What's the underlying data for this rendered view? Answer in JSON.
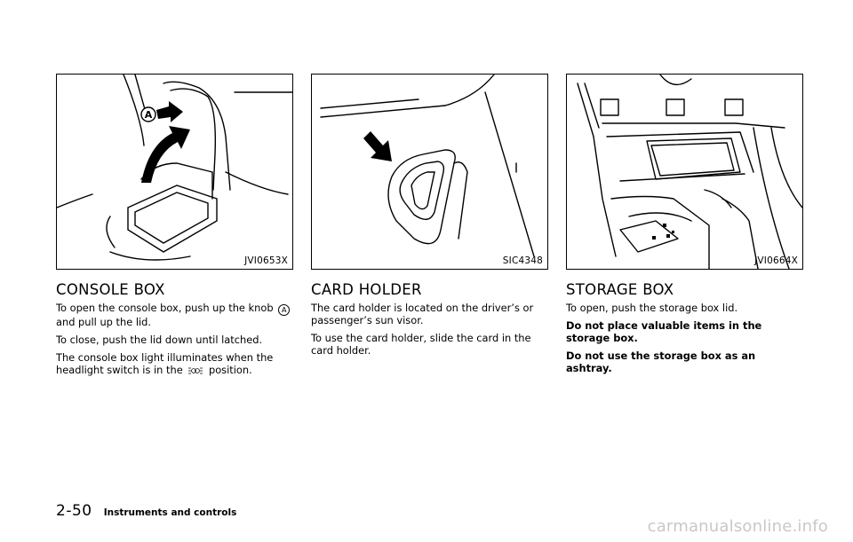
{
  "sections": [
    {
      "figure_code": "JVI0653X",
      "callout_label": "A",
      "title": "CONSOLE BOX",
      "para1_a": "To open the console box, push up the knob",
      "para1_b": "and pull up the lid.",
      "para2": "To close, push the lid down until latched.",
      "para3_a": "The console box light illuminates when the headlight switch is in the",
      "para3_b": "position."
    },
    {
      "figure_code": "SIC4348",
      "title": "CARD HOLDER",
      "para1": "The card holder is located on the driver’s or passenger’s sun visor.",
      "para2": "To use the card holder, slide the card in the card holder."
    },
    {
      "figure_code": "JVI0664X",
      "title": "STORAGE BOX",
      "para1": "To open, push the storage box lid.",
      "para2": "Do not place valuable items in the storage box.",
      "para3": "Do not use the storage box as an ashtray."
    }
  ],
  "footer": {
    "page_number": "2-50",
    "section_name": "Instruments and controls"
  },
  "watermark": "carmanualsonline.info",
  "icons": [
    "arrow-icon",
    "headlight-icon"
  ]
}
